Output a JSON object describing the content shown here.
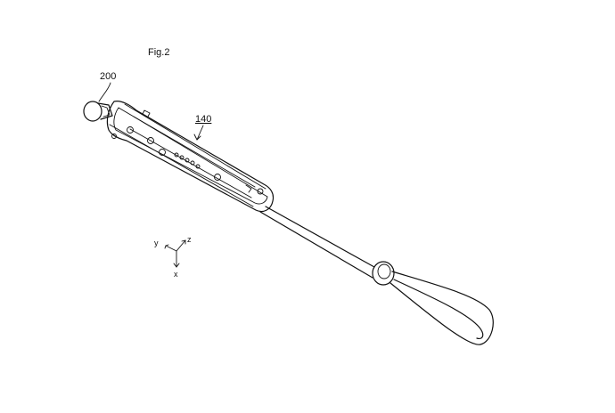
{
  "figure": {
    "title": "Fig.2",
    "labels": {
      "cap": "200",
      "body": "140"
    },
    "axes": {
      "x": "x",
      "y": "y",
      "z": "z"
    }
  }
}
